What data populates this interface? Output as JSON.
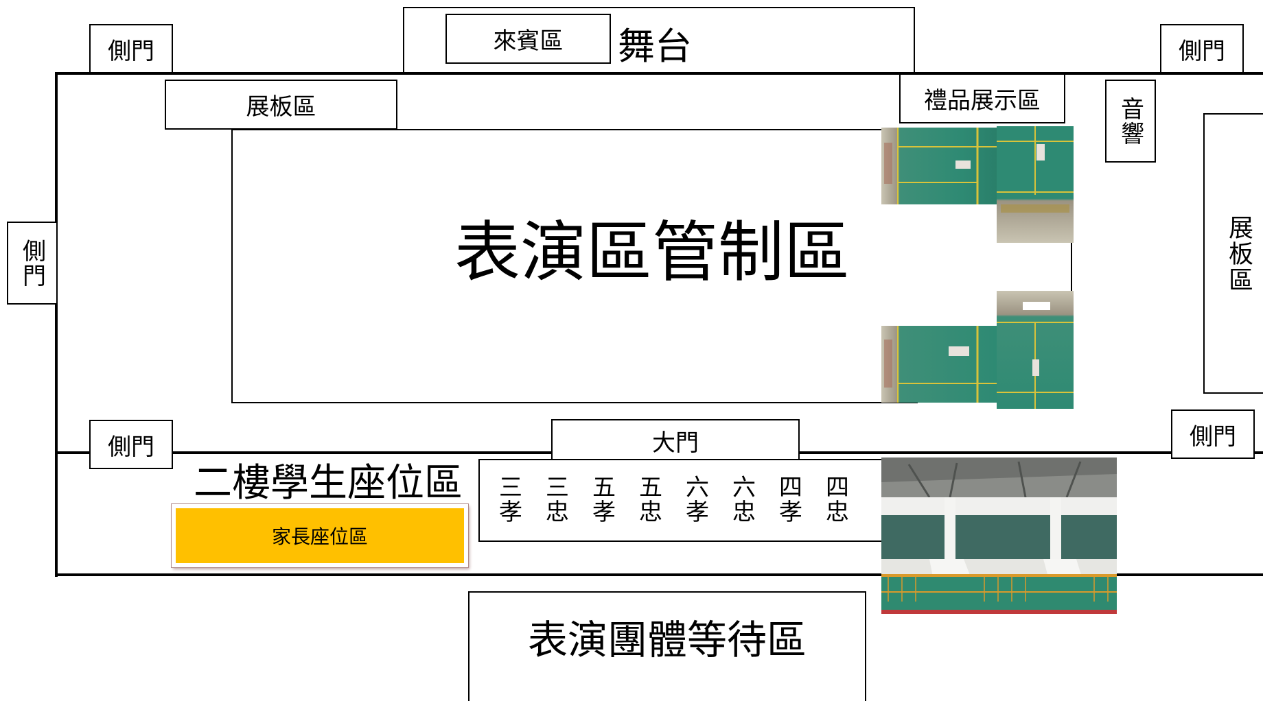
{
  "stage": {
    "label": "舞台",
    "guest_area": "來賓區"
  },
  "side_door": "側門",
  "main_door": "大門",
  "display_board": "展板區",
  "gift_display": "禮品展示區",
  "sound": "音響",
  "performance_control": "表演區管制區",
  "student_seats": "二樓學生座位區",
  "parent_seats": "家長座位區",
  "waiting_area": "表演團體等待區",
  "class_columns": [
    {
      "top": "三",
      "bottom": "孝"
    },
    {
      "top": "三",
      "bottom": "忠"
    },
    {
      "top": "五",
      "bottom": "孝"
    },
    {
      "top": "五",
      "bottom": "忠"
    },
    {
      "top": "六",
      "bottom": "孝"
    },
    {
      "top": "六",
      "bottom": "忠"
    },
    {
      "top": "四",
      "bottom": "孝"
    },
    {
      "top": "四",
      "bottom": "忠"
    }
  ],
  "colors": {
    "parent_fill": "#ffc000",
    "court_green": "#2e8a73",
    "court_line": "#d9c33a"
  }
}
